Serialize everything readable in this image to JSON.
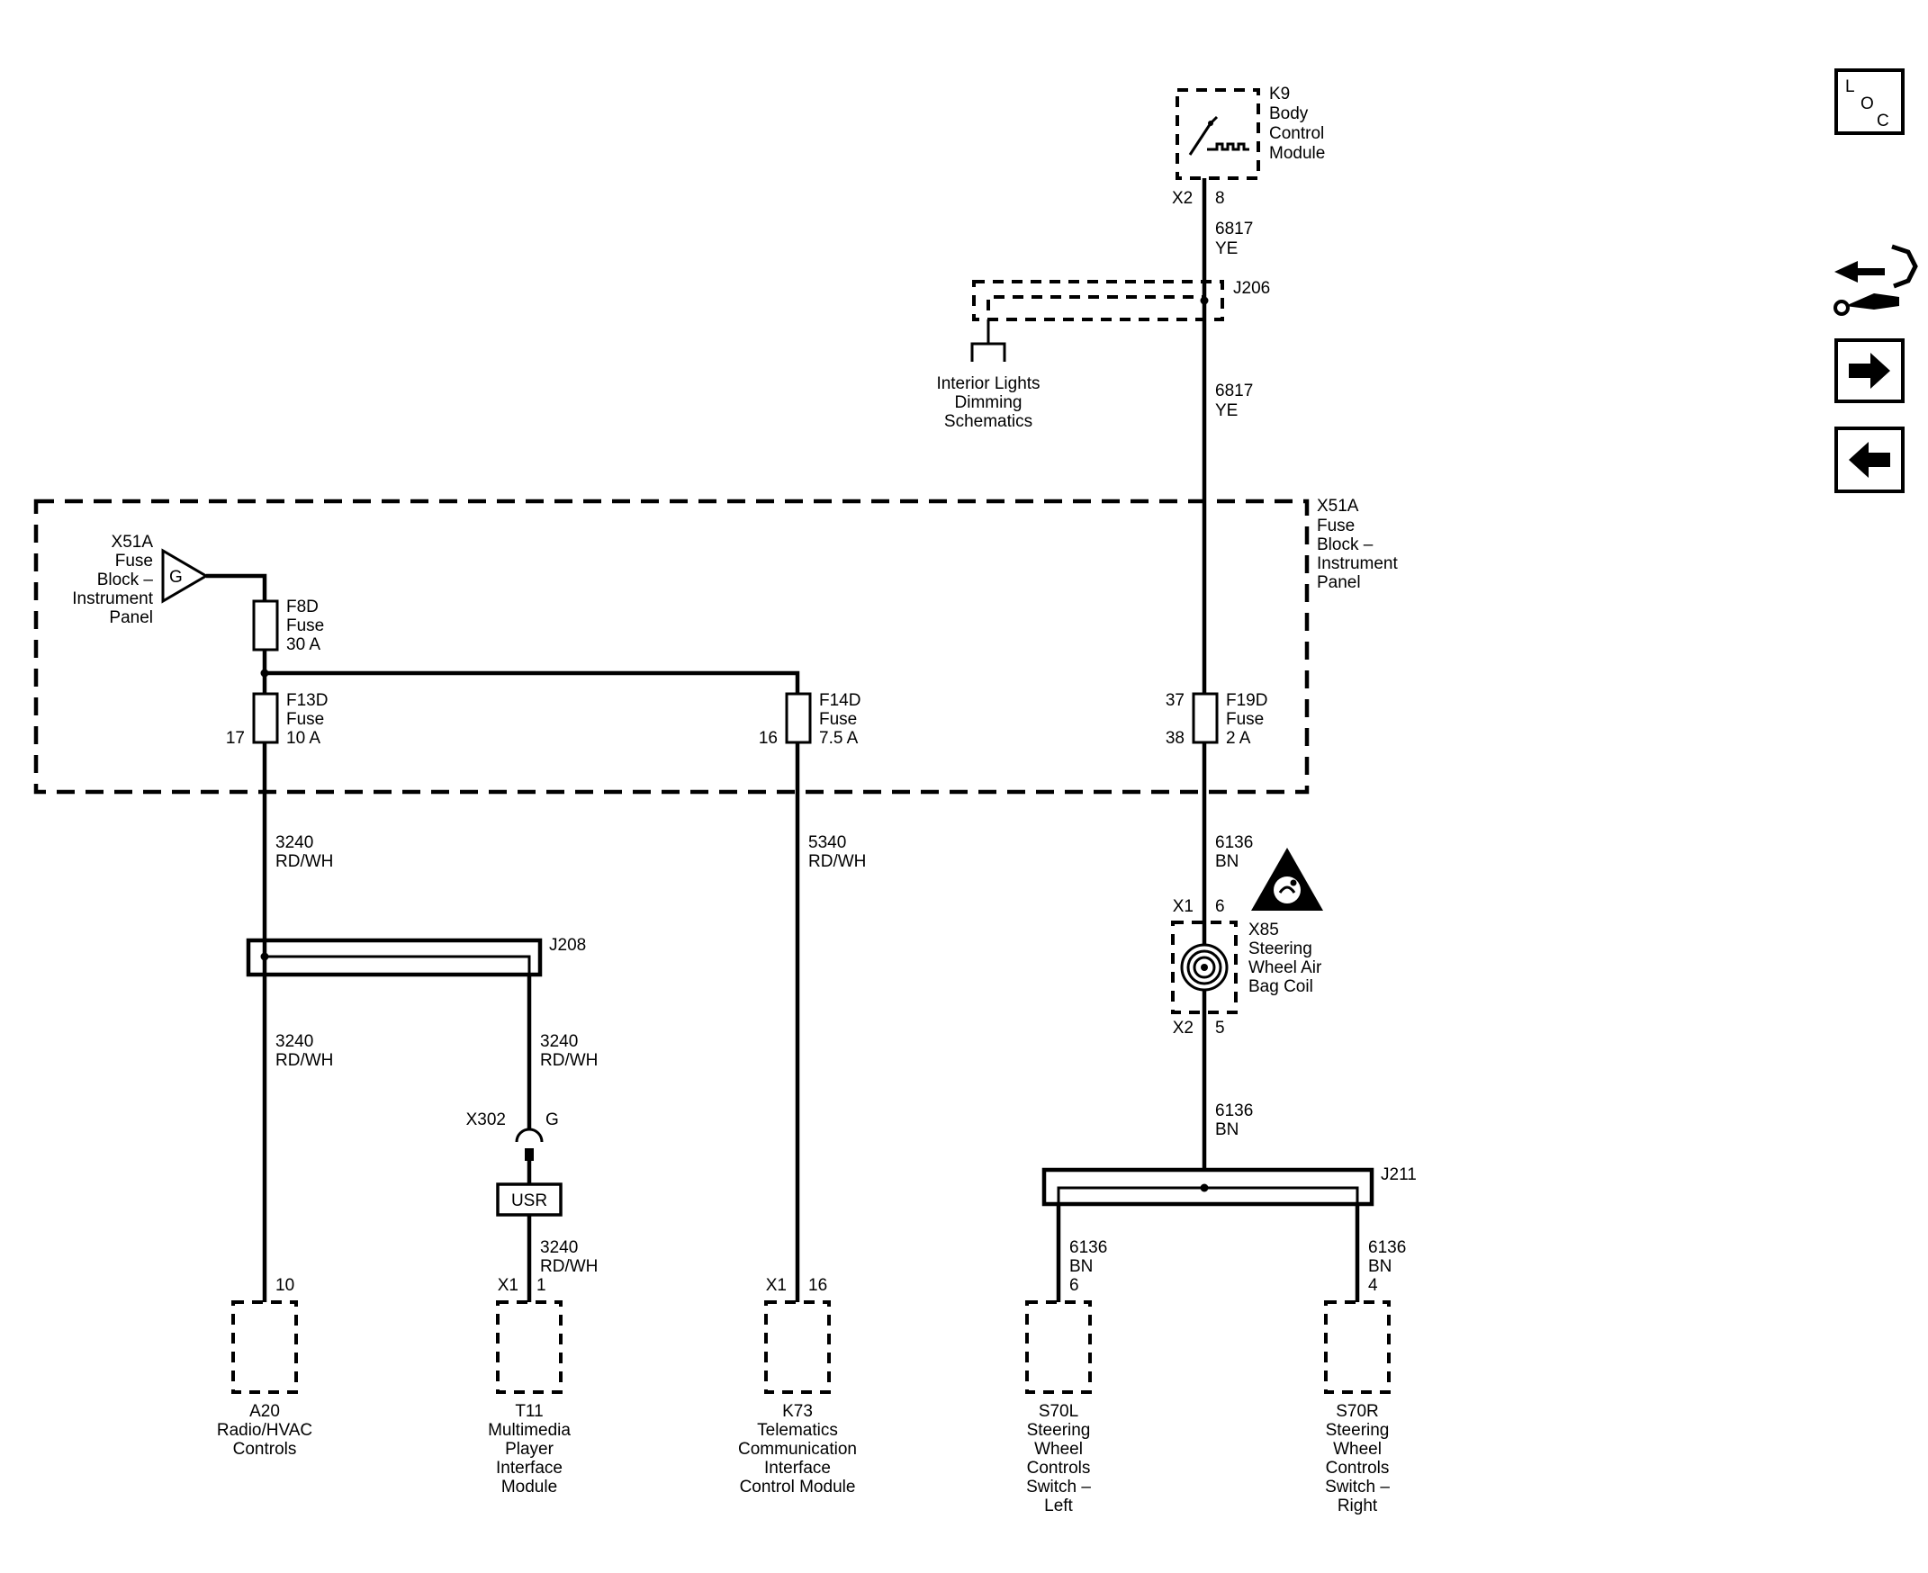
{
  "bcm": {
    "name": "K9",
    "lines": [
      "Body",
      "Control",
      "Module"
    ],
    "conn": "X2",
    "pin": "8"
  },
  "wire_6817_a": {
    "circuit": "6817",
    "color": "YE"
  },
  "splice_j206": "J206",
  "interior_link": [
    "Interior Lights",
    "Dimming",
    "Schematics"
  ],
  "wire_6817_b": {
    "circuit": "6817",
    "color": "YE"
  },
  "fuse_block_label": [
    "X51A",
    "Fuse",
    "Block –",
    "Instrument",
    "Panel"
  ],
  "fuse_block_ref": {
    "lines": [
      "X51A",
      "Fuse",
      "Block –",
      "Instrument",
      "Panel"
    ],
    "marker": "G"
  },
  "fuses": {
    "f8d": {
      "name": "F8D",
      "type": "Fuse",
      "rating": "30 A"
    },
    "f13d": {
      "name": "F13D",
      "type": "Fuse",
      "rating": "10 A",
      "pin_out": "17"
    },
    "f14d": {
      "name": "F14D",
      "type": "Fuse",
      "rating": "7.5 A",
      "pin_out": "16"
    },
    "f19d": {
      "name": "F19D",
      "type": "Fuse",
      "rating": "2 A",
      "pin_in": "37",
      "pin_out": "38"
    }
  },
  "wire_3240_a": {
    "circuit": "3240",
    "color": "RD/WH"
  },
  "wire_5340": {
    "circuit": "5340",
    "color": "RD/WH"
  },
  "wire_6136_a": {
    "circuit": "6136",
    "color": "BN"
  },
  "airbag_coil": {
    "name": "X85",
    "lines": [
      "Steering",
      "Wheel Air",
      "Bag Coil"
    ],
    "conn_in": "X1",
    "pin_in": "6",
    "conn_out": "X2",
    "pin_out": "5"
  },
  "splice_j208": "J208",
  "wire_3240_b": {
    "circuit": "3240",
    "color": "RD/WH"
  },
  "wire_3240_c": {
    "circuit": "3240",
    "color": "RD/WH"
  },
  "ground_x302": {
    "name": "X302",
    "marker": "G"
  },
  "usr_label": "USR",
  "wire_3240_d": {
    "circuit": "3240",
    "color": "RD/WH"
  },
  "wire_6136_b": {
    "circuit": "6136",
    "color": "BN"
  },
  "splice_j211": "J211",
  "wire_6136_left": {
    "circuit": "6136",
    "color": "BN",
    "pin": "6"
  },
  "wire_6136_right": {
    "circuit": "6136",
    "color": "BN",
    "pin": "4"
  },
  "a20": {
    "pin": "10",
    "lines": [
      "A20",
      "Radio/HVAC",
      "Controls"
    ]
  },
  "t11": {
    "conn": "X1",
    "pin": "1",
    "lines": [
      "T11",
      "Multimedia",
      "Player",
      "Interface",
      "Module"
    ]
  },
  "k73": {
    "conn": "X1",
    "pin": "16",
    "lines": [
      "K73",
      "Telematics",
      "Communication",
      "Interface",
      "Control Module"
    ]
  },
  "s70l": {
    "lines": [
      "S70L",
      "Steering",
      "Wheel",
      "Controls",
      "Switch –",
      "Left"
    ]
  },
  "s70r": {
    "lines": [
      "S70R",
      "Steering",
      "Wheel",
      "Controls",
      "Switch –",
      "Right"
    ]
  },
  "nav": {
    "loc": {
      "l": "L",
      "o": "O",
      "c": "C"
    },
    "icons": [
      "diagnostic-tool-icon",
      "arrow-right-icon",
      "arrow-left-icon"
    ]
  }
}
